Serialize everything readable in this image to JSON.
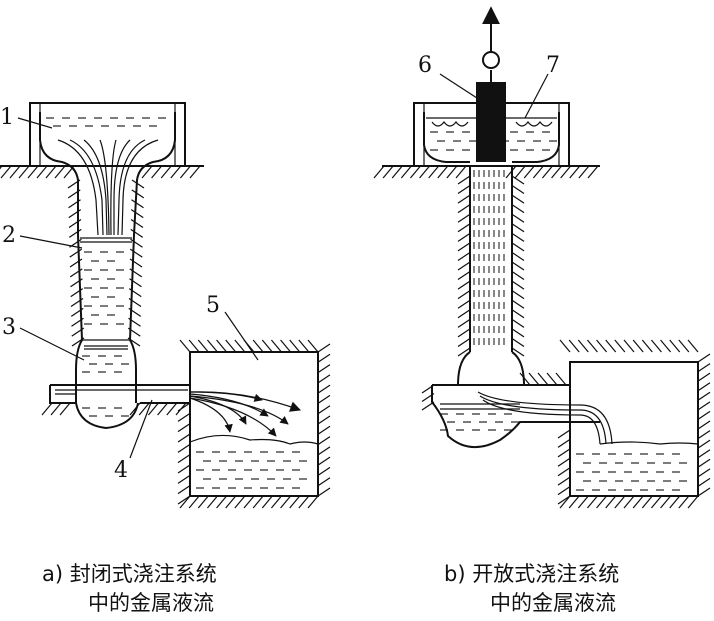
{
  "figure_a": {
    "caption_line1": "a) 封闭式浇注系统",
    "caption_line2": "中的金属液流",
    "labels": [
      "1",
      "2",
      "3",
      "4",
      "5"
    ]
  },
  "figure_b": {
    "caption_line1": "b) 开放式浇注系统",
    "caption_line2": "中的金属液流",
    "labels": [
      "6",
      "7"
    ]
  }
}
